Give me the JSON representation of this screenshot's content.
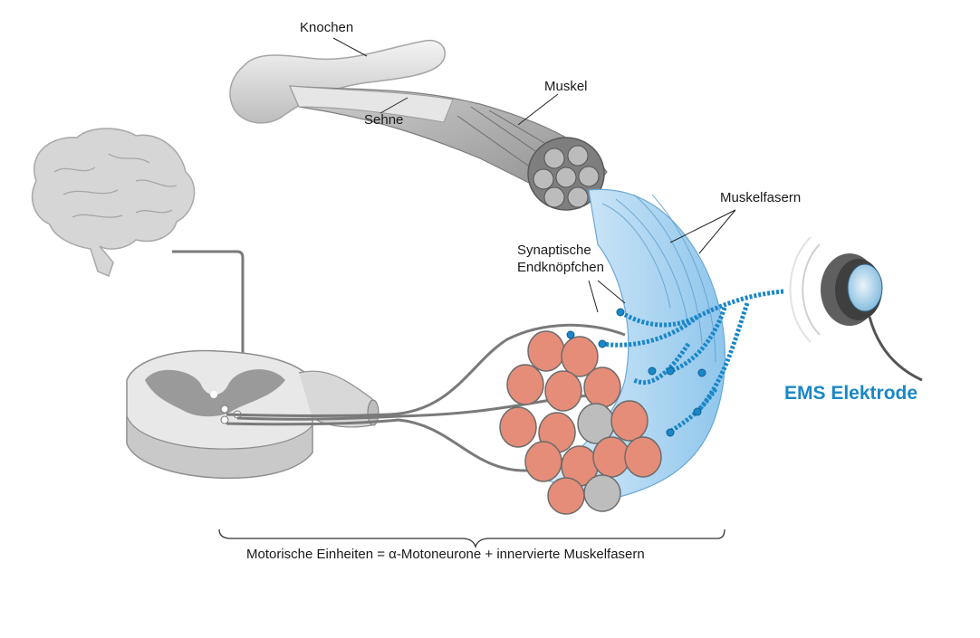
{
  "labels": {
    "knochen": "Knochen",
    "sehne": "Sehne",
    "muskel": "Muskel",
    "muskelfasern": "Muskelfasern",
    "synaptische_line1": "Synaptische",
    "synaptische_line2": "Endknöpfchen",
    "ems_elektrode": "EMS Elektrode"
  },
  "caption": "Motorische Einheiten = α-Motoneurone + innervierte Muskelfasern",
  "colors": {
    "ems_blue": "#1a87c8",
    "fiber_light_blue": "#a9d3ef",
    "fiber_pink": "#e58d79",
    "bone_gray": "#e3e3e3",
    "nerve_gray": "#6f6f6f",
    "brain_gray": "#cfcfcf"
  }
}
